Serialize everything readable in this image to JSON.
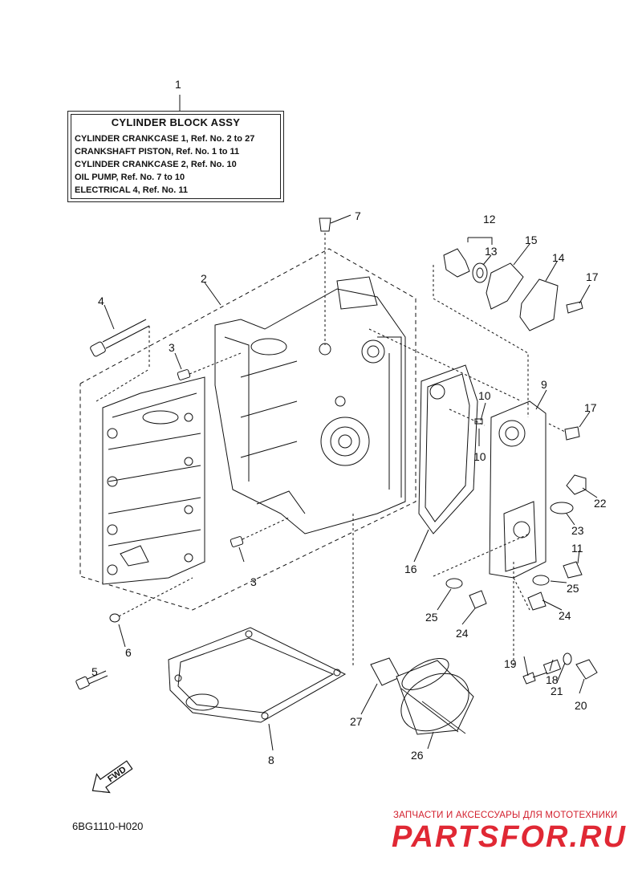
{
  "title_box": {
    "heading": "CYLINDER BLOCK ASSY",
    "lines": [
      "CYLINDER CRANKCASE 1,  Ref. No. 2 to 27",
      "CRANKSHAFT PISTON,  Ref. No. 1 to 11",
      "CYLINDER CRANKCASE 2,  Ref. No. 10",
      "OIL PUMP,  Ref. No. 7 to 10",
      "ELECTRICAL 4,  Ref. No. 11"
    ]
  },
  "callouts": [
    "1",
    "2",
    "3",
    "3",
    "4",
    "5",
    "6",
    "7",
    "8",
    "9",
    "10",
    "10",
    "11",
    "12",
    "13",
    "14",
    "15",
    "16",
    "17",
    "17",
    "18",
    "19",
    "20",
    "21",
    "22",
    "23",
    "24",
    "24",
    "25",
    "25",
    "26",
    "27"
  ],
  "fwd_label": "FWD",
  "diagram_code": "6BG1110-H020",
  "watermark": {
    "tagline": "ЗАПЧАСТИ И АКСЕССУАРЫ ДЛЯ МОТОТЕХНИКИ",
    "brand": "PARTSFOR.RU"
  },
  "colors": {
    "line": "#111111",
    "watermark": "#e02834"
  }
}
